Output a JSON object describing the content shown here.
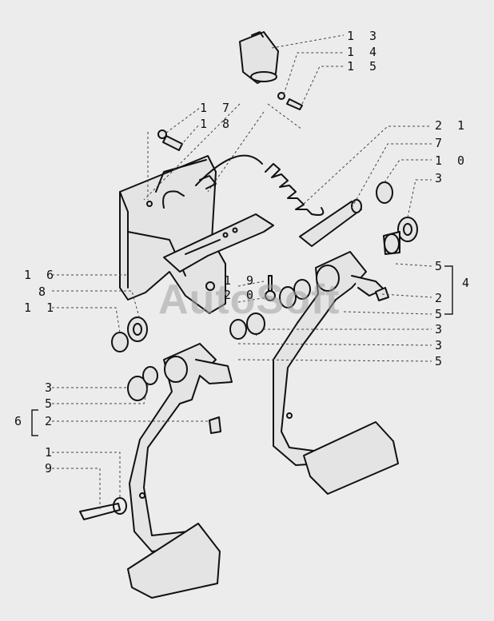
{
  "watermark": "AutoSoft",
  "callouts": {
    "c13": "1 3",
    "c14": "1 4",
    "c15": "1 5",
    "c17": "1 7",
    "c18": "1 8",
    "c21": "2 1",
    "c7": "7",
    "c10": "1 0",
    "c3a": "3",
    "c16": "1 6",
    "c8": "8",
    "c11": "1 1",
    "c19": "1 9",
    "c20": "2 0",
    "c5a": "5",
    "c4": "4",
    "c2a": "2",
    "c5b": "5",
    "c3b": "3",
    "c3c": "3",
    "c5c": "5",
    "c3d": "3",
    "c5d": "5",
    "c6": "6",
    "c2b": "2",
    "c1": "1",
    "c9": "9"
  },
  "colors": {
    "ink": "#111111",
    "paper": "#ececec",
    "part": "#e4e4e4",
    "leader": "#444444"
  }
}
